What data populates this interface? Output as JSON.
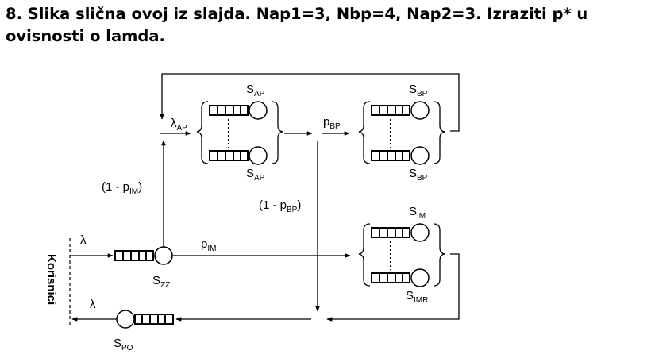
{
  "title": {
    "line1": "8. Slika slična ovoj iz slajda. Nap1=3, Nbp=4, Nap2=3. Izraziti p* u",
    "line2": "ovisnosti o lamda."
  },
  "diagram": {
    "users_label": "Korisnici",
    "lambda_in": "λ",
    "lambda_out": "λ",
    "lambda_ap": {
      "base": "λ",
      "sub": "AP"
    },
    "one_minus_pim": {
      "base": "(1 - p",
      "sub": "IM",
      "tail": ")"
    },
    "one_minus_pbp": {
      "base": "(1 - p",
      "sub": "BP",
      "tail": ")"
    },
    "p_bp": {
      "base": "p",
      "sub": "BP"
    },
    "p_im": {
      "base": "p",
      "sub": "IM"
    },
    "s_ap_top": {
      "base": "S",
      "sub": "AP"
    },
    "s_ap_bottom": {
      "base": "S",
      "sub": "AP"
    },
    "s_bp_top": {
      "base": "S",
      "sub": "BP"
    },
    "s_bp_bottom": {
      "base": "S",
      "sub": "BP"
    },
    "s_im": {
      "base": "S",
      "sub": "IM"
    },
    "s_imr": {
      "base": "S",
      "sub": "IMR"
    },
    "s_zz": {
      "base": "S",
      "sub": "ZZ"
    },
    "s_po": {
      "base": "S",
      "sub": "PO"
    }
  }
}
